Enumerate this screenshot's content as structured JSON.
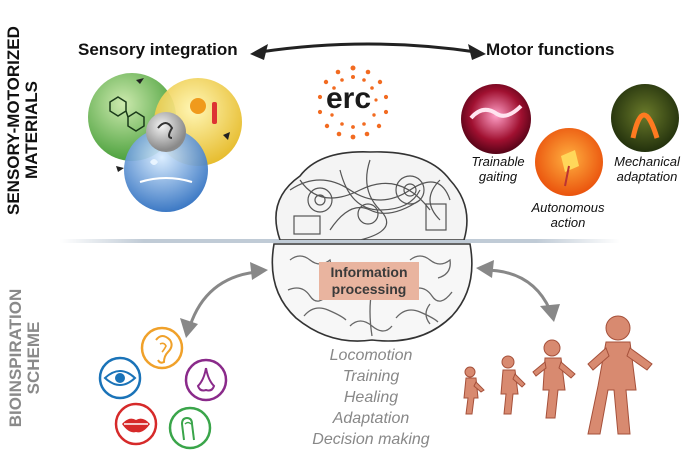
{
  "labels": {
    "sensory_motorized": "SENSORY-MOTORIZED",
    "materials": "MATERIALS",
    "bioinspiration": "BIOINSPIRATION",
    "scheme": "SCHEME"
  },
  "headings": {
    "sensory_integration": "Sensory integration",
    "motor_functions": "Motor functions"
  },
  "logo": {
    "text": "erc"
  },
  "motor_captions": {
    "trainable": [
      "Trainable",
      "gaiting"
    ],
    "autonomous": [
      "Autonomous",
      "action"
    ],
    "mechanical": [
      "Mechanical",
      "adaptation"
    ]
  },
  "brain": {
    "info_processing": [
      "Information",
      "processing"
    ]
  },
  "processes": [
    "Locomotion",
    "Training",
    "Healing",
    "Adaptation",
    "Decision making"
  ],
  "senses_icons": [
    "eye-icon",
    "ear-icon",
    "nose-icon",
    "mouth-icon",
    "finger-icon"
  ],
  "colors": {
    "top_label": "#111111",
    "bottom_label": "#8a8a8a",
    "process_text": "#888888",
    "eye": "#1a73b8",
    "ear": "#f0a12a",
    "nose": "#8a2a8a",
    "mouth": "#d62a2a",
    "finger": "#3aa54a",
    "info_box": "#e9b49f",
    "erc_orange": "#f26b21"
  }
}
